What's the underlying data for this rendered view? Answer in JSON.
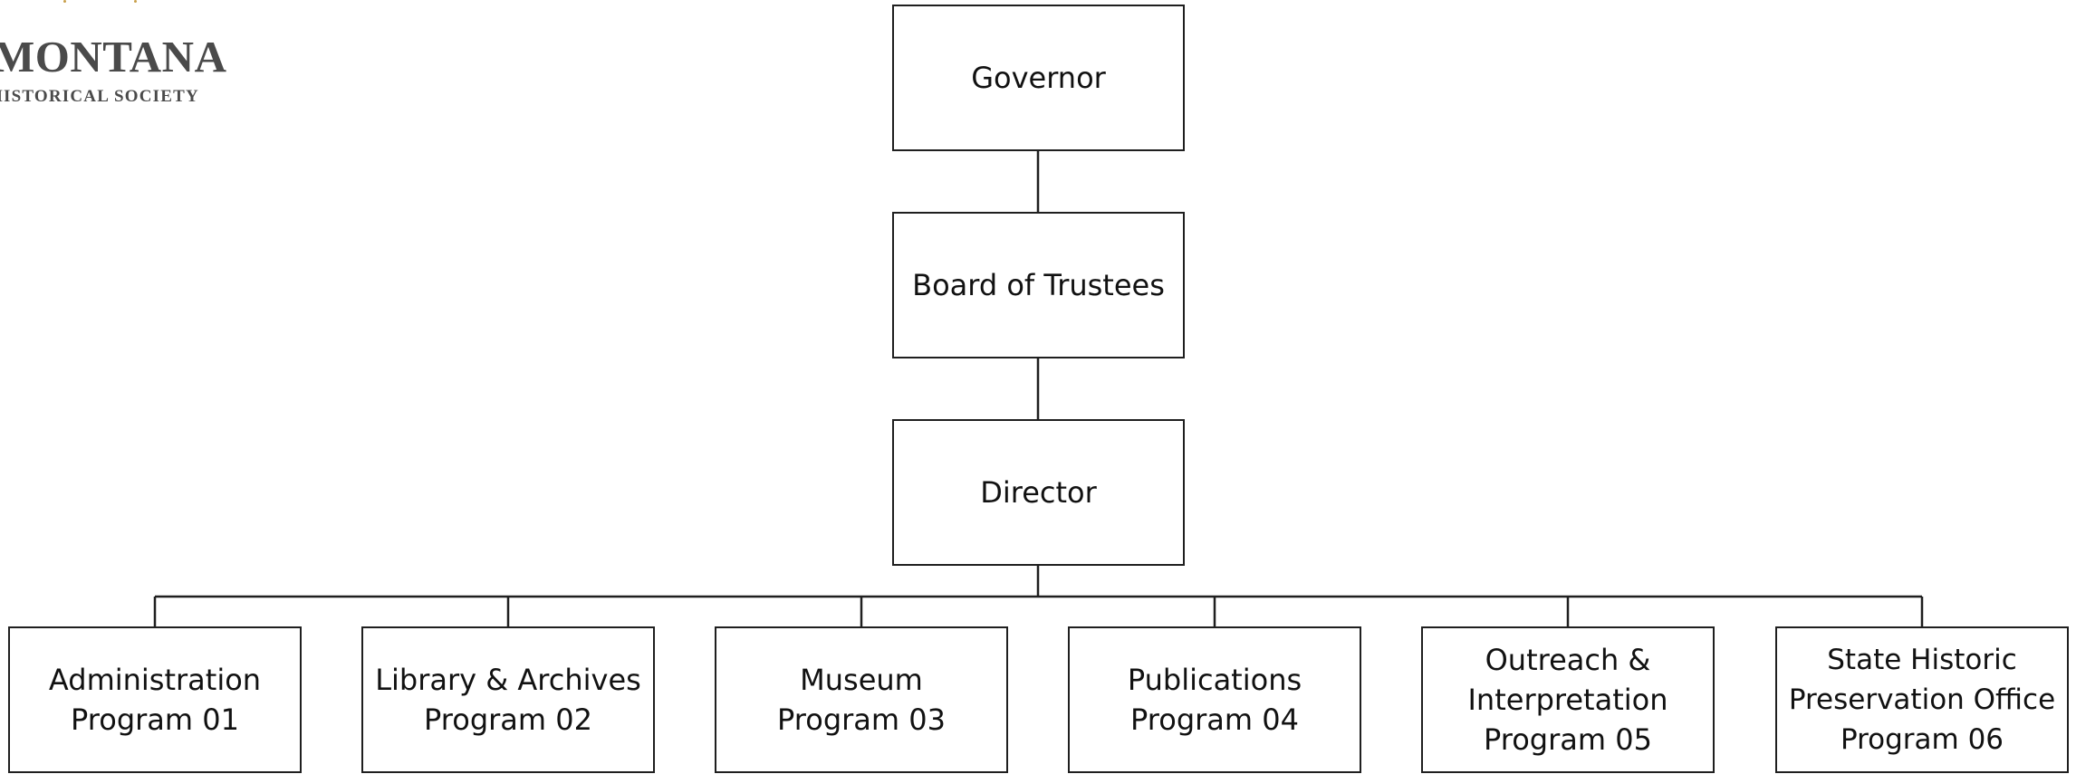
{
  "logo": {
    "name": "MONTANA",
    "subtitle": "HISTORICAL SOCIETY"
  },
  "colors": {
    "line": "#1f1f1f",
    "logo_text": "#4a4a4a",
    "logo_accent": "#c9a04a"
  },
  "org_chart": {
    "governor": "Governor",
    "board": "Board of Trustees",
    "director": "Director",
    "programs": [
      {
        "name": "Administration",
        "number": "Program 01"
      },
      {
        "name": "Library & Archives",
        "number": "Program 02"
      },
      {
        "name": "Museum",
        "number": "Program 03"
      },
      {
        "name": "Publications",
        "number": "Program 04"
      },
      {
        "name": "Outreach &",
        "name2": "Interpretation",
        "number": "Program 05"
      },
      {
        "name": "State Historic",
        "name2": "Preservation Office",
        "number": "Program 06"
      }
    ]
  }
}
